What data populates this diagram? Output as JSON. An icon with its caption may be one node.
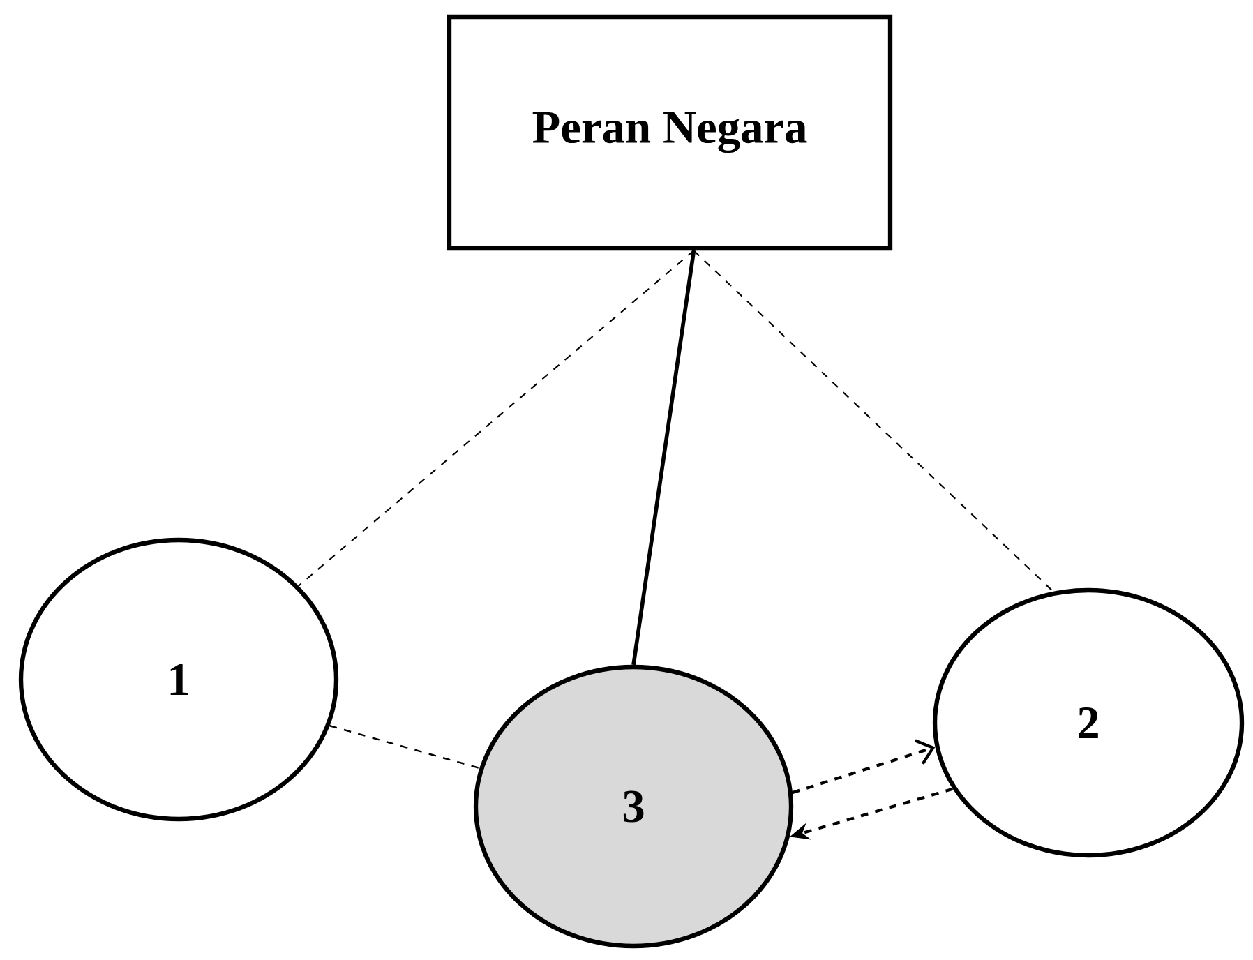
{
  "diagram": {
    "nodes": [
      {
        "text": [
          "Peran Negara"
        ]
      },
      {
        "text": [
          "1"
        ]
      },
      {
        "text": [
          "2"
        ]
      },
      {
        "text": [
          "3"
        ]
      }
    ],
    "edges": [
      {
        "from": 0,
        "to": 1,
        "arrow": "none",
        "style": "dashed"
      },
      {
        "from": 0,
        "to": 3,
        "arrow": "none",
        "style": "thick"
      },
      {
        "from": 0,
        "to": 2,
        "arrow": "none",
        "style": "dashed"
      },
      {
        "from": 1,
        "to": 3,
        "arrow": "none",
        "style": "dashed"
      },
      {
        "from": 3,
        "to": 2,
        "arrow": "to",
        "style": "dashed"
      },
      {
        "from": 2,
        "to": 3,
        "arrow": "to",
        "style": "dashed"
      }
    ]
  }
}
